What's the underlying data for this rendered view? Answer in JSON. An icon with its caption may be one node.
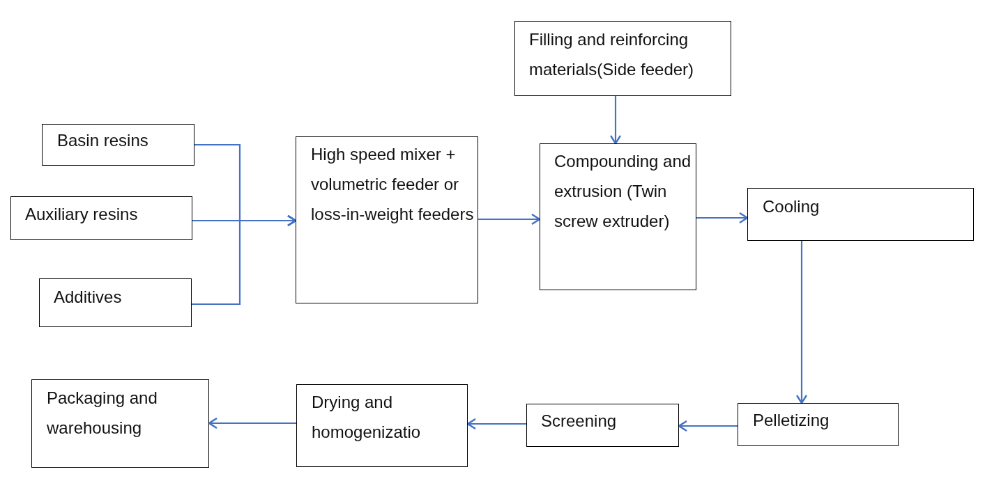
{
  "diagram": {
    "nodes": [
      {
        "text": [
          "Filling and reinforcing materials(Side feeder)"
        ]
      },
      {
        "text": [
          "Basin resins"
        ]
      },
      {
        "text": [
          "Auxiliary resins"
        ]
      },
      {
        "text": [
          "Additives"
        ]
      },
      {
        "text": [
          "High speed mixer + volumetric feeder or loss-in-weight feeders"
        ]
      },
      {
        "text": [
          "Compounding and extrusion (Twin screw extruder)"
        ]
      },
      {
        "text": [
          "Cooling"
        ]
      },
      {
        "text": [
          "Packaging and warehousing"
        ]
      },
      {
        "text": [
          "Drying and homogenizatio"
        ]
      },
      {
        "text": [
          "Screening"
        ]
      },
      {
        "text": [
          "Pelletizing"
        ]
      }
    ],
    "edges": [
      {
        "from": 0,
        "to": 5,
        "arrow": "to"
      },
      {
        "from": 1,
        "to": 4,
        "arrow": "to"
      },
      {
        "from": 2,
        "to": 4,
        "arrow": "to"
      },
      {
        "from": 3,
        "to": 4,
        "arrow": "to"
      },
      {
        "from": 4,
        "to": 5,
        "arrow": "to"
      },
      {
        "from": 5,
        "to": 6,
        "arrow": "to"
      },
      {
        "from": 6,
        "to": 10,
        "arrow": "to"
      },
      {
        "from": 10,
        "to": 9,
        "arrow": "to"
      },
      {
        "from": 9,
        "to": 8,
        "arrow": "to"
      },
      {
        "from": 8,
        "to": 7,
        "arrow": "to"
      }
    ]
  }
}
